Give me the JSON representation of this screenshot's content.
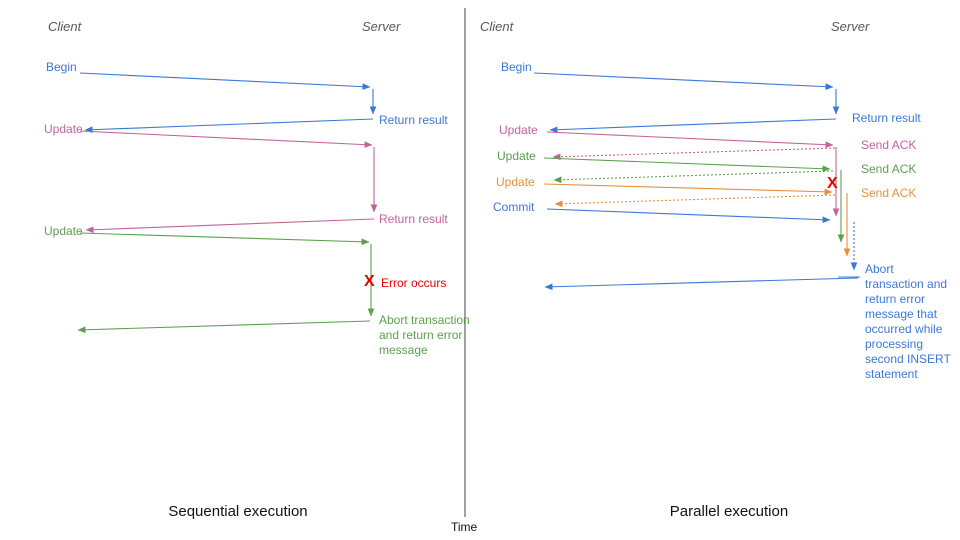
{
  "palette": {
    "blue": "#3c78d8",
    "pink": "#c2639c",
    "green": "#5ca04f",
    "orange": "#e69138",
    "red": "#e60000",
    "header_gray": "#595959",
    "axis": "#444444"
  },
  "time_axis": {
    "label": "Time"
  },
  "sequential": {
    "caption": "Sequential execution",
    "client_header": "Client",
    "server_header": "Server",
    "begin_label": "Begin",
    "return_result_1_label": "Return result",
    "update_1_label": "Update",
    "return_result_2_label": "Return result",
    "update_2_label": "Update",
    "error_x": "X",
    "error_label": "Error occurs",
    "abort_label": "Abort transaction and return error message"
  },
  "parallel": {
    "caption": "Parallel execution",
    "client_header": "Client",
    "server_header": "Server",
    "begin_label": "Begin",
    "return_result_label": "Return result",
    "update_1_label": "Update",
    "send_ack_1_label": "Send ACK",
    "update_2_label": "Update",
    "send_ack_2_label": "Send ACK",
    "update_3_label": "Update",
    "send_ack_3_label": "Send ACK",
    "commit_label": "Commit",
    "error_x": "X",
    "abort_label": "Abort transaction and return error message that occurred while processing second INSERT statement"
  }
}
